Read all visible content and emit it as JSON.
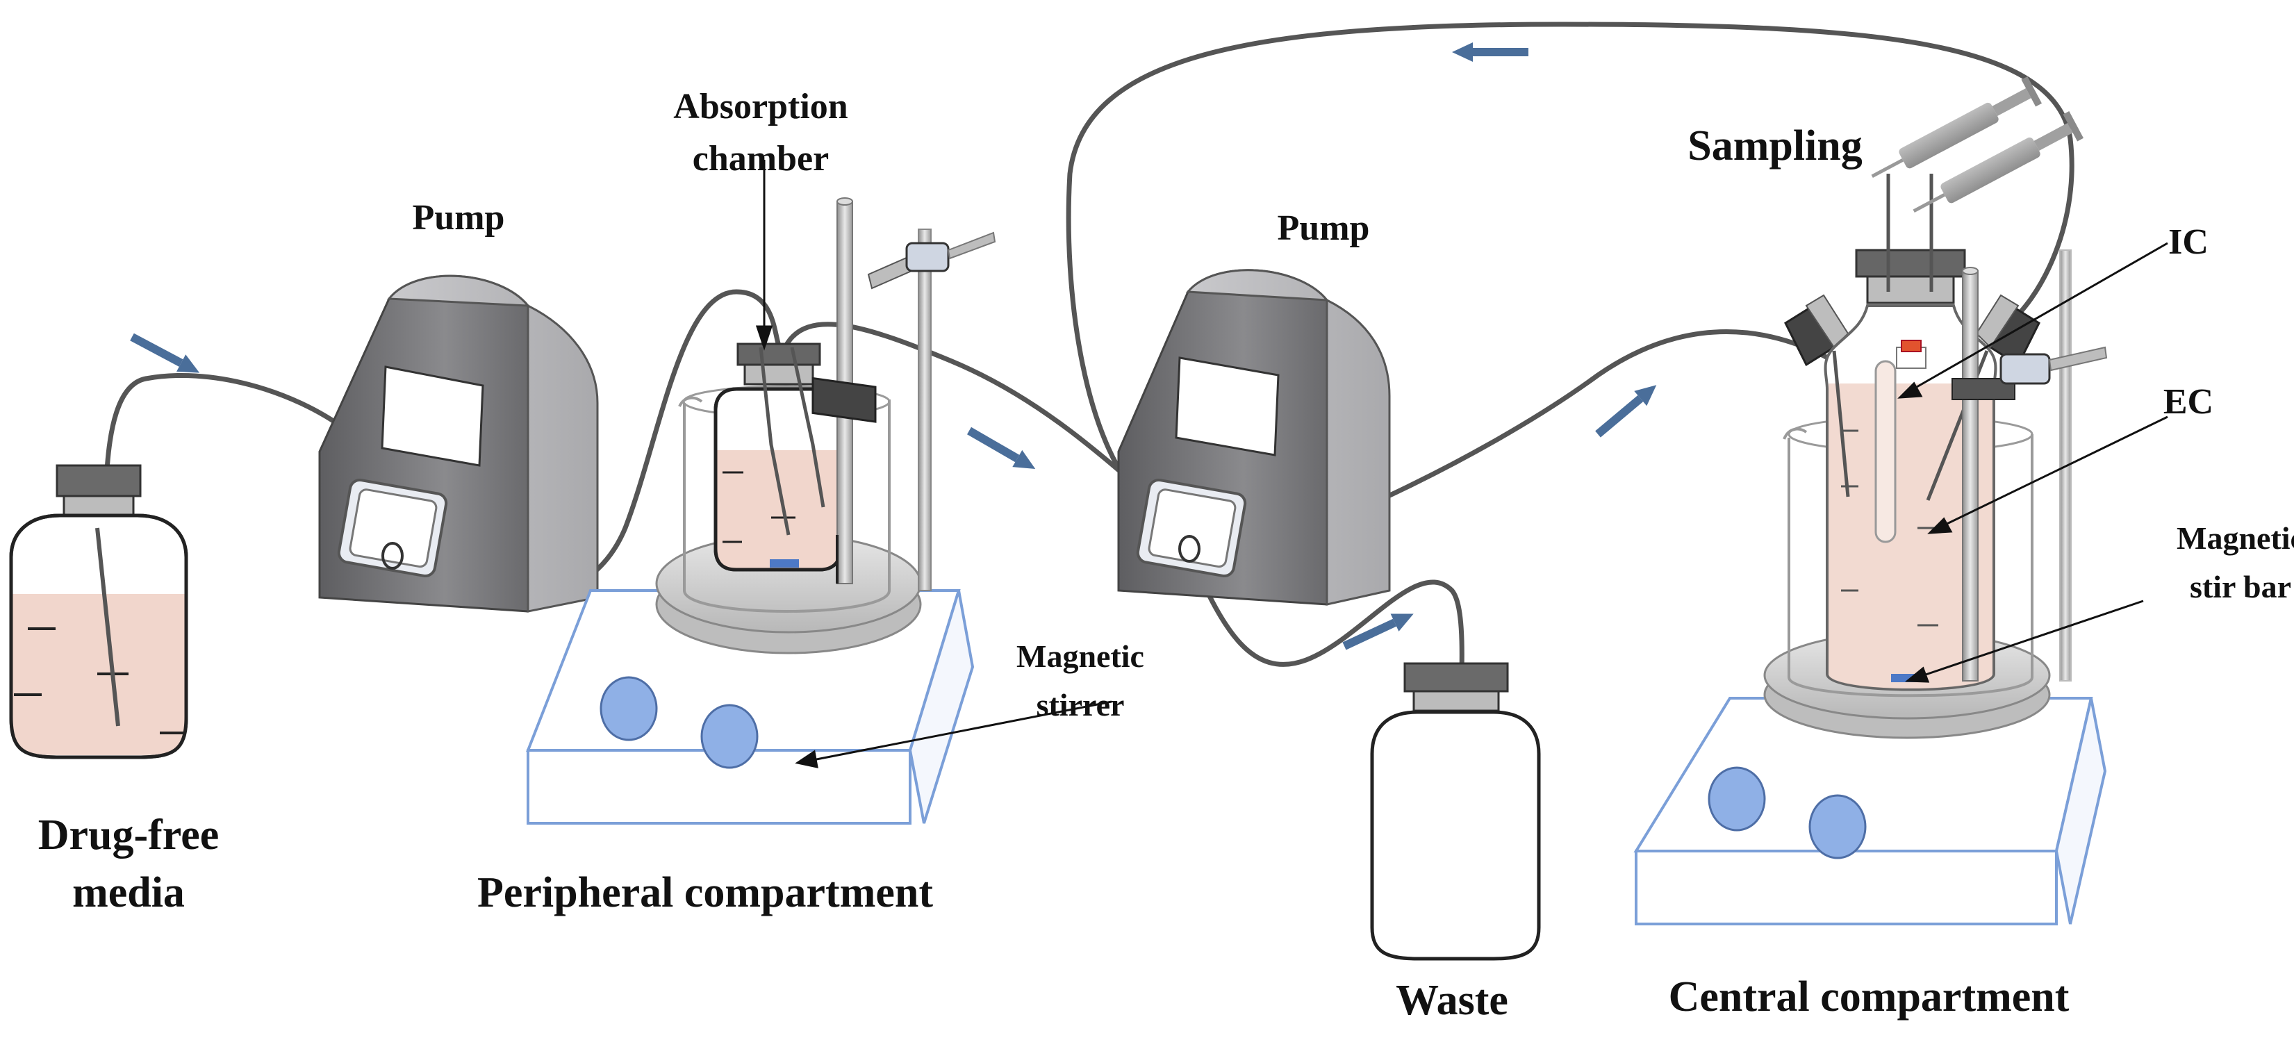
{
  "labels": {
    "drug_free_line1": "Drug-free",
    "drug_free_line2": "media",
    "pump_left": "Pump",
    "pump_right": "Pump",
    "absorption_line1": "Absorption",
    "absorption_line2": "chamber",
    "peripheral": "Peripheral compartment",
    "magnetic_stirrer_line1": "Magnetic",
    "magnetic_stirrer_line2": "stirrer",
    "waste": "Waste",
    "central": "Central compartment",
    "sampling": "Sampling",
    "ic": "IC",
    "ec": "EC",
    "stir_bar_line1": "Magnetic",
    "stir_bar_line2": "stir bar"
  },
  "colors": {
    "media_fill": "#f1d6cc",
    "pump_dark": "#6f6f72",
    "pump_light": "#b9b9bc",
    "arrow_blue": "#4a6e9a",
    "stirrer_outline": "#7b9fd8",
    "stirrer_knob": "#8fb0e6",
    "tube": "#555555"
  }
}
